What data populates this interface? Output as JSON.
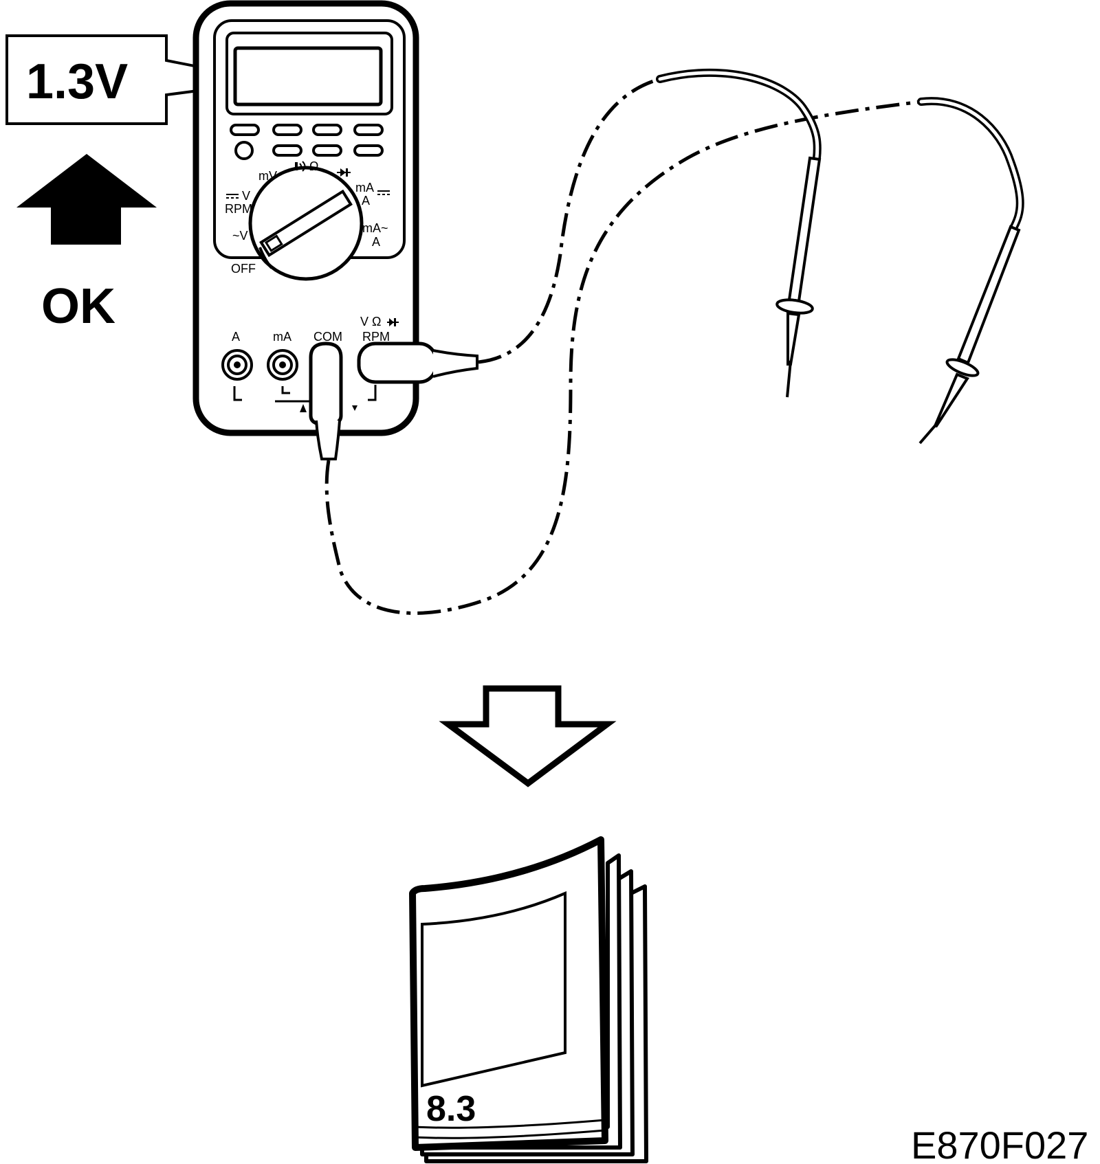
{
  "callout": {
    "reading": "1.3V"
  },
  "status": {
    "label": "OK"
  },
  "meter": {
    "dial": {
      "mV": "mV",
      "ohm": "Ω",
      "dc_v": "V",
      "rpm": "RPM",
      "ac_v": "~V",
      "off": "OFF",
      "ma_dc": "mA",
      "a_dc": "A",
      "ma_ac": "mA~",
      "a_ac": "A"
    },
    "jacks": {
      "a": "A",
      "ma": "mA",
      "com": "COM",
      "vohm": "V Ω",
      "rpm": "RPM"
    }
  },
  "manual": {
    "section": "8.3"
  },
  "figure_code": "E870F027"
}
